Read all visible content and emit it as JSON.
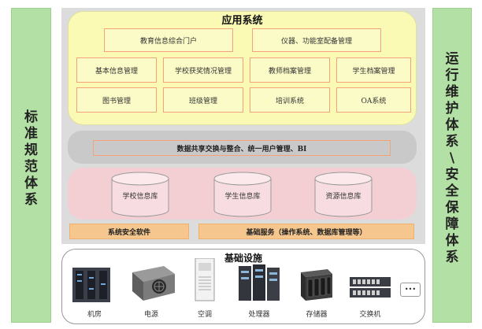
{
  "left_panel": {
    "chars": [
      "标",
      "准",
      "规",
      "范",
      "体",
      "系"
    ]
  },
  "right_panel": {
    "chars": [
      "运",
      "行",
      "维",
      "护",
      "体",
      "系",
      "\\",
      "安",
      "全",
      "保",
      "障",
      "体",
      "系"
    ]
  },
  "app_layer": {
    "title": "应用系统",
    "row1": [
      "教育信息综合门户",
      "仪器、功能室配备管理"
    ],
    "row2": [
      "基本信息管理",
      "学校获奖情况管理",
      "教师档案管理",
      "学生档案管理"
    ],
    "row3": [
      "图书管理",
      "班级管理",
      "培训系统",
      "OA系统"
    ]
  },
  "share_layer": {
    "label": "数据共享交换与整合、统一用户管理、BI"
  },
  "db_layer": {
    "databases": [
      "学校信息库",
      "学生信息库",
      "资源信息库"
    ]
  },
  "support": {
    "security": "系统安全软件",
    "base_service": "基础服务（操作系统、数据库管理等）"
  },
  "infra": {
    "title": "基础设施",
    "devices": [
      "机房",
      "电源",
      "空调",
      "处理器",
      "存储器",
      "交换机"
    ],
    "more": "•••"
  }
}
